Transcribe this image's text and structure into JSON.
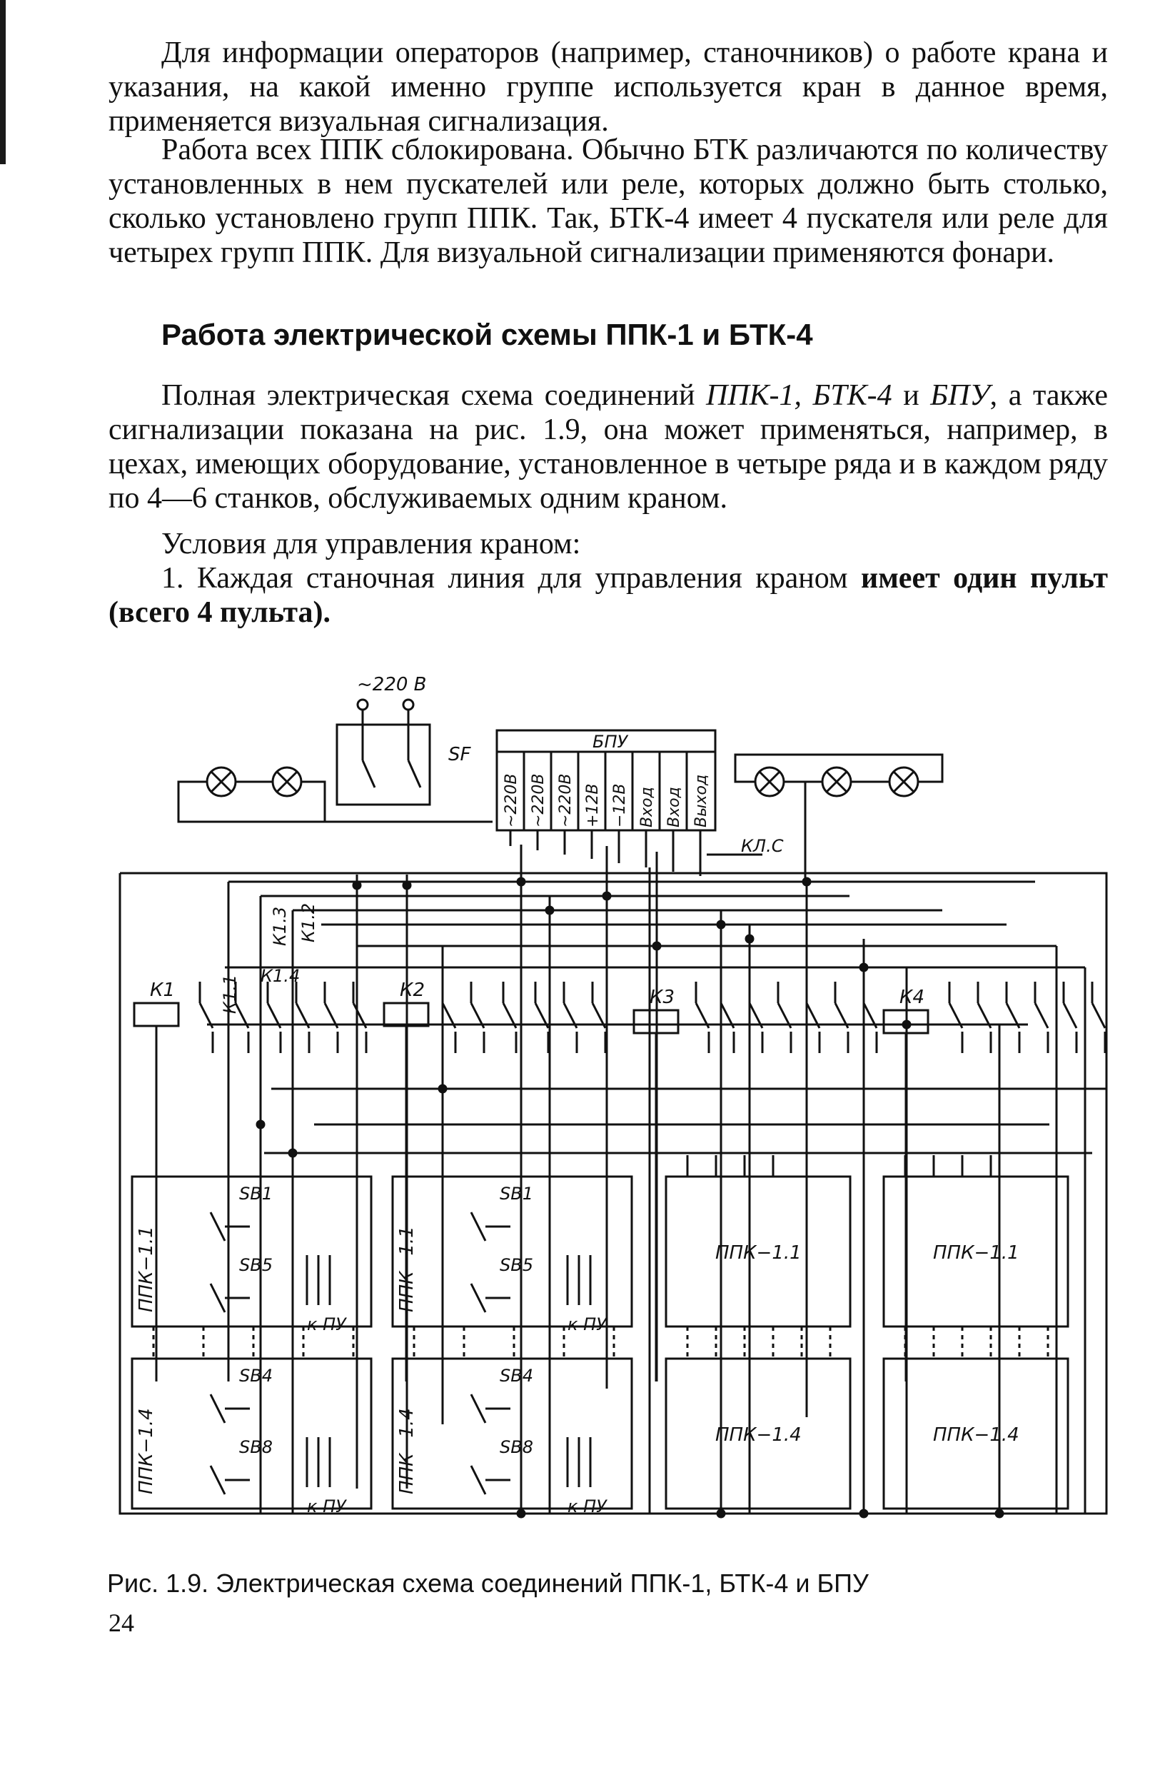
{
  "paragraphs": {
    "p1": "Для информации операторов (например, станочников) о работе крана и указания, на какой именно группе используется кран в данное время, применяется визуальная сигнализация.",
    "p2": "Работа всех ППК сблокирована. Обычно БТК различаются по количеству установленных в нем пускателей или реле, которых должно быть столько, сколько установлено групп ППК. Так, БТК-4 имеет 4 пускателя или реле для четырех групп ППК. Для визуальной сигнализации применяются фонари.",
    "heading": "Работа электрической схемы ППК-1 и БТК-4",
    "p3_a": "Полная электрическая схема соединений ",
    "p3_em1": "ППК-1, БТК-4",
    "p3_b": " и ",
    "p3_em2": "БПУ",
    "p3_c": ", а также сигнализации показана на рис. 1.9, она может применяться, например, в цехах, имеющих оборудование, установленное в четыре ряда и в каждом ряду по 4—6 станков, обслуживаемых одним краном.",
    "p4": "Условия для управления краном:",
    "p5_a": "1. Каждая станочная линия для управления краном ",
    "p5_b": "имеет один пульт (всего 4 пульта)."
  },
  "figure": {
    "supply": "~220 В",
    "switch": "SF",
    "bpu_title": "БПУ",
    "bpu_terminals": [
      "~220В",
      "~220В",
      "~220В",
      "+12В",
      "−12В",
      "Вход",
      "Вход",
      "Выход"
    ],
    "kls": "КЛ.С",
    "relays": [
      "К1",
      "К2",
      "К3",
      "К4"
    ],
    "contacts": [
      "К1.4",
      "К1.3",
      "К1.2",
      "К1.1"
    ],
    "buttons": [
      "SB1",
      "SB5",
      "SB4",
      "SB8"
    ],
    "to_pu": "к ПУ",
    "ppk_top": "ППК−1.1",
    "ppk_bottom": "ППК−1.4"
  },
  "caption": "Рис. 1.9. Электрическая схема соединений ППК-1, БТК-4 и БПУ",
  "page_number": "24"
}
